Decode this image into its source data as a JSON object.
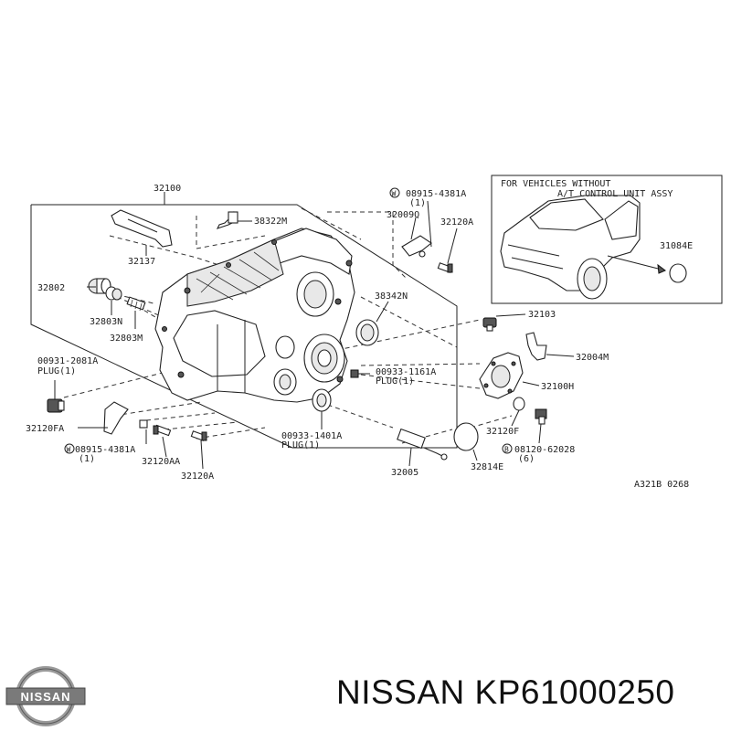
{
  "callouts": [
    {
      "id": "c32100",
      "text": "32100",
      "sub": ""
    },
    {
      "id": "c38322M",
      "text": "38322M",
      "sub": ""
    },
    {
      "id": "c32137",
      "text": "32137",
      "sub": ""
    },
    {
      "id": "c32802",
      "text": "32802",
      "sub": ""
    },
    {
      "id": "c32803N",
      "text": "32803N",
      "sub": ""
    },
    {
      "id": "c32803M",
      "text": "32803M",
      "sub": ""
    },
    {
      "id": "c00931",
      "text": "00931-2081A",
      "sub": "PLUG(1)"
    },
    {
      "id": "c32120FA",
      "text": "32120FA",
      "sub": ""
    },
    {
      "id": "c08915b",
      "text": "08915-4381A",
      "sub": "(1)"
    },
    {
      "id": "c32120AA",
      "text": "32120AA",
      "sub": ""
    },
    {
      "id": "c32120Ab",
      "text": "32120A",
      "sub": ""
    },
    {
      "id": "c08915a",
      "text": "08915-4381A",
      "sub": "(1)"
    },
    {
      "id": "c32009Q",
      "text": "32009Q",
      "sub": ""
    },
    {
      "id": "c32120Aa",
      "text": "32120A",
      "sub": ""
    },
    {
      "id": "c38342N",
      "text": "38342N",
      "sub": ""
    },
    {
      "id": "c00933a",
      "text": "00933-1161A",
      "sub": "PLUG(1)"
    },
    {
      "id": "c00933b",
      "text": "00933-1401A",
      "sub": "PLUG(1)"
    },
    {
      "id": "c32103",
      "text": "32103",
      "sub": ""
    },
    {
      "id": "c32004M",
      "text": "32004M",
      "sub": ""
    },
    {
      "id": "c32100H",
      "text": "32100H",
      "sub": ""
    },
    {
      "id": "c32120F",
      "text": "32120F",
      "sub": ""
    },
    {
      "id": "c08120",
      "text": "08120-62028",
      "sub": "(6)"
    },
    {
      "id": "c32005",
      "text": "32005",
      "sub": ""
    },
    {
      "id": "c32814E",
      "text": "32814E",
      "sub": ""
    },
    {
      "id": "c31084E",
      "text": "31084E",
      "sub": ""
    }
  ],
  "inset": {
    "line1": "FOR VEHICLES WITHOUT",
    "line2": "A/T CONTROL UNIT ASSY"
  },
  "markers": {
    "w": "W",
    "b": "B"
  },
  "diagram_code": "A321B 0268",
  "brand": {
    "logo_text": "NISSAN",
    "footer": "NISSAN KP61000250"
  }
}
